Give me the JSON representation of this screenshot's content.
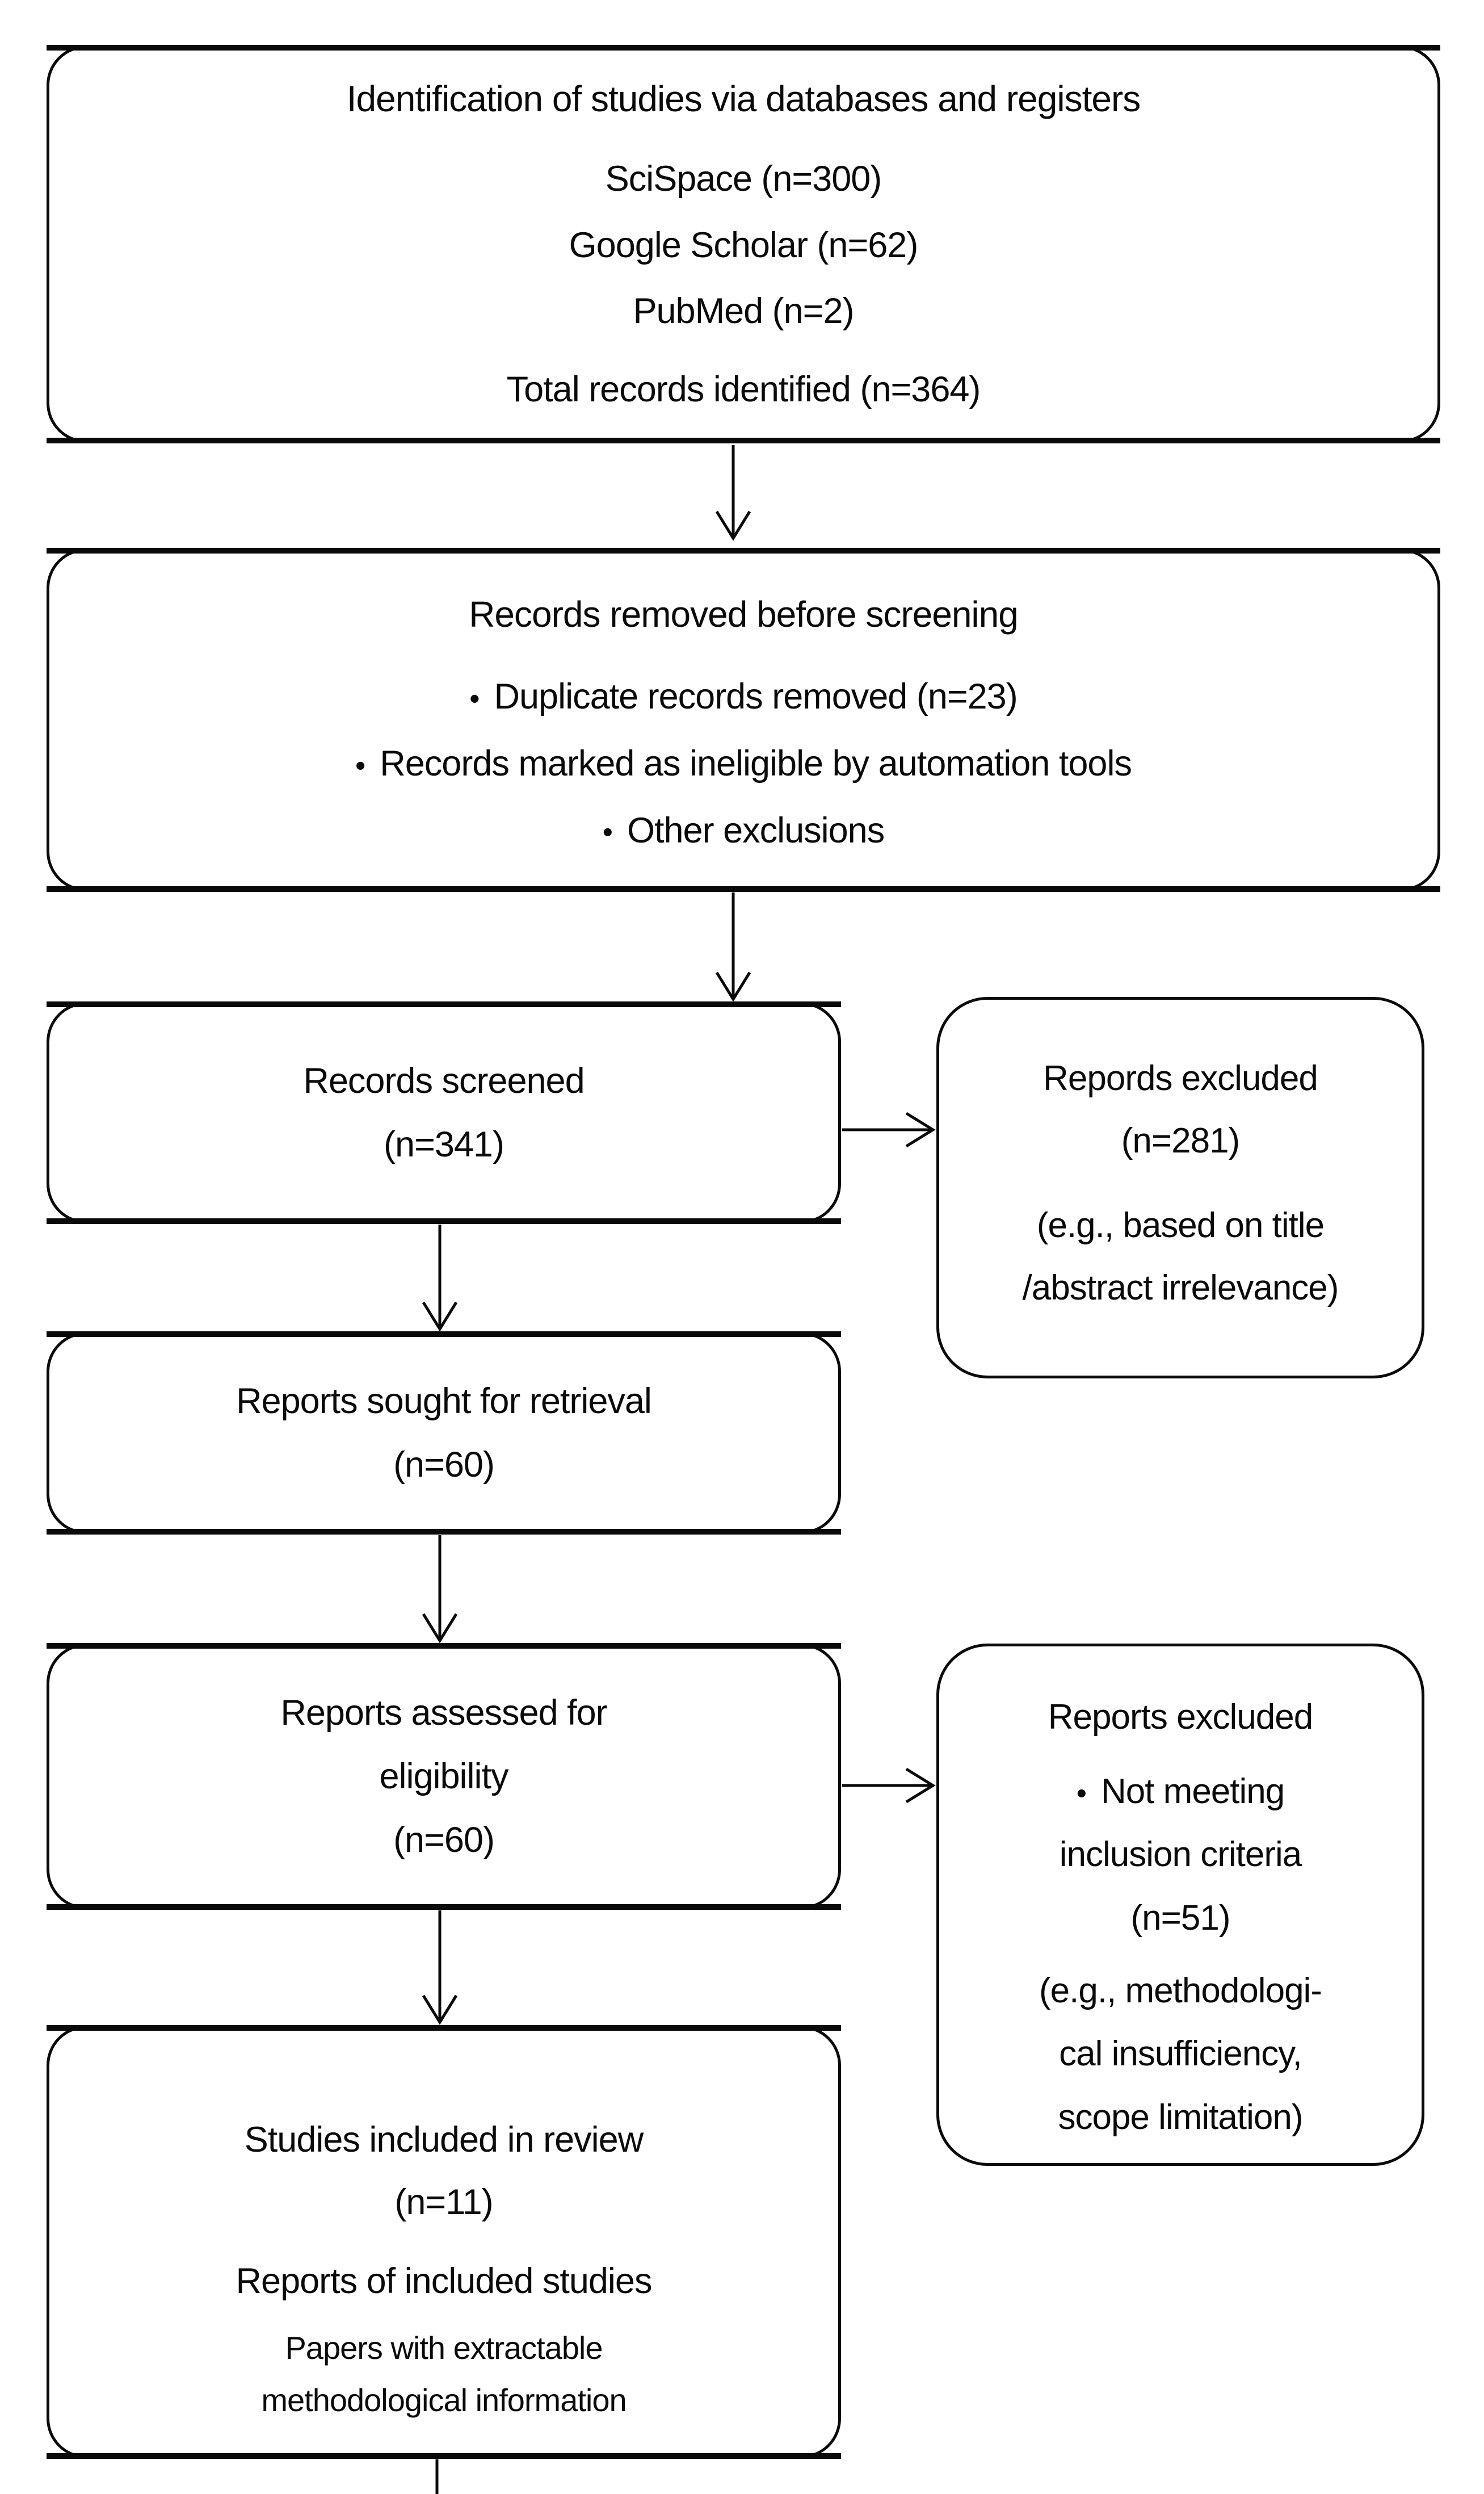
{
  "bullet_char": "•",
  "boxes": {
    "identification": {
      "title": "Identification of studies via databases and registers",
      "sources": [
        "SciSpace (n=300)",
        "Google Scholar (n=62)",
        "PubMed (n=2)"
      ],
      "total": "Total records identified (n=364)"
    },
    "removed": {
      "title": "Records removed before screening",
      "bullets": [
        "Duplicate records removed (n=23)",
        "Records marked as ineligible by automation tools",
        "Other exclusions"
      ]
    },
    "screened": {
      "lines": [
        "Records screened",
        "(n=341)"
      ]
    },
    "records_excluded": {
      "lines": [
        "Repords excluded",
        "(n=281)"
      ],
      "note_lines": [
        "(e.g., based on title",
        "/abstract irrelevance)"
      ]
    },
    "sought": {
      "lines": [
        "Reports sought for retrieval",
        "(n=60)"
      ]
    },
    "assessed": {
      "lines": [
        "Reports assessed for",
        "eligibility",
        "(n=60)"
      ]
    },
    "reports_excluded": {
      "title": "Reports excluded",
      "bullet_lines": [
        "Not meeting",
        "inclusion criteria",
        "(n=51)"
      ],
      "note_lines": [
        "(e.g., methodologi-",
        "cal insufficiency,",
        "scope limitation)"
      ]
    },
    "included": {
      "lines": [
        "Studies included in review",
        "(n=11)"
      ],
      "subtitle": "Reports of included studies",
      "note_lines": [
        "Papers with extractable",
        "methodological information"
      ]
    }
  }
}
